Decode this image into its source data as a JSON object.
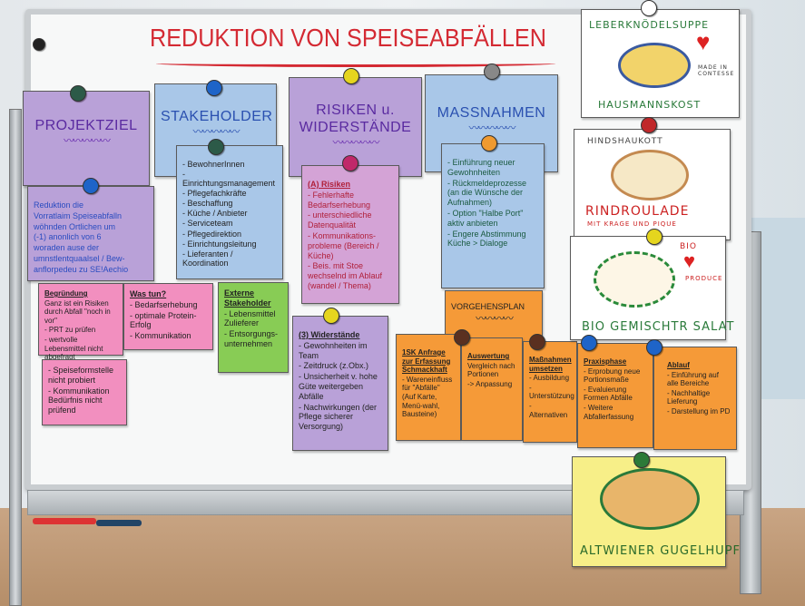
{
  "title": "REDUKTION VON SPEISEABFÄLLEN",
  "headers": {
    "projektziel": "PROJEKTZIEL",
    "stakeholder": "STAKEHOLDER",
    "risiken": "RISIKEN u. WIDERSTÄNDE",
    "massnahmen": "MASSNAHMEN",
    "vorgehensplan": "VORGEHENSPLAN"
  },
  "projektziel_text": [
    "Reduktion die",
    "Vorratlaim Speiseabfalln",
    "wöhnden Ortlichen um",
    "(-1) anonlich von 6",
    "woraden ause der",
    "umnstlentquaalsel / Bew-",
    "anflorpedeu zu SE!Aechio"
  ],
  "stakeholder_list": [
    "- BewohnerInnen",
    "- Einrichtungsmanagement",
    "- Pflegefachkräfte",
    "- Beschaffung",
    "- Küche / Anbieter",
    "- Serviceteam",
    "- Pflegedirektion",
    "- Einrichtungsleitung",
    "- Lieferanten / Koordination"
  ],
  "risiken_list": [
    "(A) Risiken",
    "- Fehlerhafte Bedarfserhebung",
    "- unterschiedliche Datenqualität",
    "- Kommunikations-probleme (Bereich / Küche)",
    "- Beis. mit Stoe wechselnd im Ablauf (wandel / Thema)"
  ],
  "massnahmen_list": [
    "- Einführung neuer Gewohnheiten",
    "- Rückmeldeprozesse (an die Wünsche der Aufnahmen)",
    "- Option \"Halbe Port\" aktiv anbieten",
    "- Engere Abstimmung Küche > Dialoge"
  ],
  "pink1": [
    "Begründung",
    "Ganz ist ein Risiken durch Abfall \"noch in vor\"",
    "- PRT zu prüfen",
    "- wertvolle Lebensmittel nicht abgefragt"
  ],
  "pink2": [
    "Was tun?",
    "- Bedarfserhebung",
    "- optimale Protein-Erfolg",
    "- Kommunikation"
  ],
  "green": [
    "Externe Stakeholder",
    "- Lebensmittel Zulieferer",
    "- Entsorgungs-unternehmen"
  ],
  "pink3": [
    "- Speiseformstelle nicht probiert",
    "- Kommunikation Bedürfnis nicht prüfend"
  ],
  "widerstaende": [
    "(3) Widerstände",
    "- Gewohnheiten im Team",
    "- Zeitdruck (z.Obx.)",
    "- Unsicherheit v. hohe Güte weitergeben Abfälle",
    "- Nachwirkungen (der Pflege sicherer Versorgung)"
  ],
  "orange1": [
    "1SK Anfrage zur Erfassung Schmackhaft",
    "- Wareneinfluss für \"Abfälle\" (Auf Karte, Menü-wahl, Bausteine)"
  ],
  "orange2": [
    "Auswertung",
    "Vergleich nach Portionen",
    "-> Anpassung"
  ],
  "orange3": [
    "Maßnahmen umsetzen",
    "- Ausbildung",
    "- Unterstützung",
    "- Alternativen"
  ],
  "orange4": [
    "Praxisphase",
    "- Erprobung neue Portionsmaße",
    "- Evaluierung Formen Abfälle",
    "- Weitere Abfallerfassung"
  ],
  "orange5": [
    "Ablauf",
    "- Einführung auf alle Bereiche",
    "- Nachhaltige Lieferung",
    "- Darstellung im PD"
  ],
  "cards": {
    "leber": {
      "title": "LEBERKNÖDELSUPPE",
      "sub": "HAUSMANNSKOST",
      "badge": "MADE IN CONTESSE"
    },
    "rind": {
      "top": "HINDSHAUKOTT",
      "title": "RINDROULADE",
      "sub": "MIT KRAGE UND PIQUE"
    },
    "salat": {
      "title": "BIO GEMISCHTR SALAT",
      "bio": "BIO",
      "produce": "PRODUCE"
    },
    "gugel": {
      "title": "ALTWIENER GUGELHUPF"
    }
  },
  "colors": {
    "title": "#d42a33",
    "purple": "#b9a1d8",
    "blue": "#a9c7e8",
    "pink": "#f28fbf",
    "orange": "#f59a38",
    "green": "#88cc55"
  }
}
